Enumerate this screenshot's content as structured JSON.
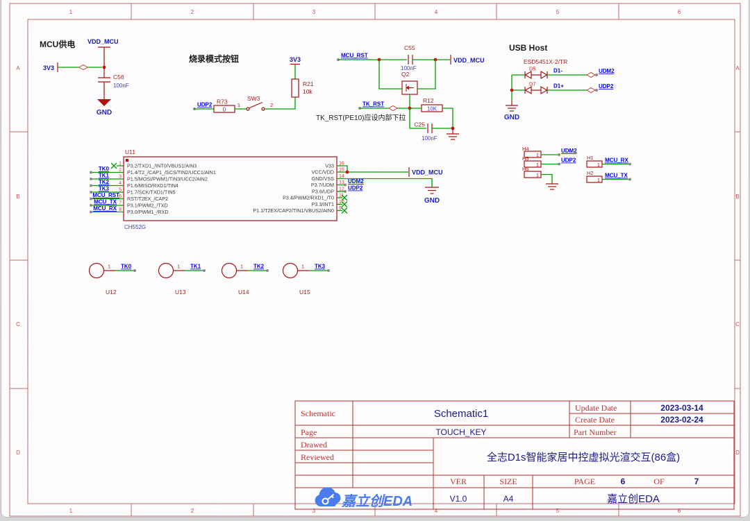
{
  "frame": {
    "cols": [
      "1",
      "2",
      "3",
      "4",
      "5",
      "6"
    ],
    "rows": [
      "A",
      "B",
      "C",
      "D"
    ]
  },
  "power": {
    "section_title": "MCU供电",
    "net_vdd": "VDD_MCU",
    "net_3v3": "3V3",
    "cap_ref": "C56",
    "cap_val": "100nF",
    "net_gnd": "GND"
  },
  "boot": {
    "section_title": "烧录模式按钮",
    "net_3v3": "3V3",
    "pullup_ref": "R21",
    "pullup_val": "10k",
    "net_udp2": "UDP2",
    "series_ref": "R73",
    "series_val": "0",
    "switch_ref": "SW3",
    "pin1": "1",
    "pin2": "2"
  },
  "reset": {
    "net_mcu_rst": "MCU_RST",
    "cap1_ref": "C55",
    "cap1_val": "100nF",
    "net_vdd": "VDD_MCU",
    "mosfet_ref": "Q2",
    "net_tk_rst": "TK_RST",
    "res_ref": "R12",
    "res_val": "10K",
    "cap2_ref": "C25",
    "cap2_val": "100nF",
    "note": "TK_RST(PE10)应设内部下拉"
  },
  "usb": {
    "section_title": "USB Host",
    "esd_part": "ESD5451X-2/TR",
    "diode1_ref": "D5",
    "diode2_ref": "D7",
    "net_d1m": "D1-",
    "net_d1p": "D1+",
    "net_udm2": "UDM2",
    "net_udp2": "UDP2",
    "net_gnd": "GND"
  },
  "mcu": {
    "ref": "U11",
    "part": "CH552G",
    "net_vdd": "VDD_MCU",
    "net_gnd": "GND",
    "left_pins": [
      {
        "num": "1",
        "name": "P3.2/TXD1_/INT0/VBUS1/AIN3",
        "net": ""
      },
      {
        "num": "2",
        "name": "P1.4/T2_/CAP1_/SCS/TIN2/UCC1/AIN1",
        "net": "TK0"
      },
      {
        "num": "3",
        "name": "P1.5/MOSI/PWM1/TIN3/UCC2/AIN2",
        "net": "TK1"
      },
      {
        "num": "4",
        "name": "P1.6/MISO/RXD1/TIN4",
        "net": "TK2"
      },
      {
        "num": "5",
        "name": "P1.7/SCK/TXD1/TIN5",
        "net": "TK3"
      },
      {
        "num": "6",
        "name": "RST/T2EX_/CAP2",
        "net": "MCU_RST"
      },
      {
        "num": "7",
        "name": "P3.1/PWM2_/TXD",
        "net": "MCU_TX"
      },
      {
        "num": "8",
        "name": "P3.0/PWM1_/RXD",
        "net": "MCU_RX"
      }
    ],
    "right_pins": [
      {
        "num": "16",
        "name": "V33",
        "net": ""
      },
      {
        "num": "15",
        "name": "VCC/VDD",
        "net": "VDD_MCU"
      },
      {
        "num": "14",
        "name": "GND/VSS",
        "net": "GND"
      },
      {
        "num": "13",
        "name": "P3.7/UDM",
        "net": "UDM2"
      },
      {
        "num": "12",
        "name": "P3.6/UDP",
        "net": "UDP2"
      },
      {
        "num": "11",
        "name": "P3.4/PWM2/RXD1_/T0",
        "net": ""
      },
      {
        "num": "10",
        "name": "P3.3/INT1",
        "net": ""
      },
      {
        "num": "9",
        "name": "P1.1/T2EX/CAP2/TIN1/VBUS2/AIN0",
        "net": ""
      }
    ]
  },
  "touch_keys": [
    {
      "ref": "U12",
      "pin": "1",
      "net": "TK0"
    },
    {
      "ref": "U13",
      "pin": "1",
      "net": "TK1"
    },
    {
      "ref": "U14",
      "pin": "1",
      "net": "TK2"
    },
    {
      "ref": "U15",
      "pin": "1",
      "net": "TK3"
    }
  ],
  "headers": {
    "h4": {
      "ref": "H4",
      "pin": "1",
      "net": "UDM2"
    },
    "h5": {
      "ref": "H5",
      "pin": "1",
      "net": "UDP2"
    },
    "h6": {
      "ref": "H6",
      "pin": "1"
    },
    "h1": {
      "ref": "H1",
      "pin": "1",
      "net": "MCU_RX"
    },
    "h2": {
      "ref": "H2",
      "pin": "1",
      "net": "MCU_TX"
    }
  },
  "title_block": {
    "schematic_label": "Schematic",
    "schematic_value": "Schematic1",
    "page_label": "Page",
    "page_value": "TOUCH_KEY",
    "update_date_label": "Update Date",
    "update_date_value": "2023-03-14",
    "create_date_label": "Create Date",
    "create_date_value": "2023-02-24",
    "part_number_label": "Part Number",
    "drawed_label": "Drawed",
    "reviewed_label": "Reviewed",
    "project_title": "全志D1s智能家居中控虚拟光渲交互(86盒)",
    "ver_label": "VER",
    "ver_value": "V1.0",
    "size_label": "SIZE",
    "size_value": "A4",
    "page_num_label": "PAGE",
    "page_num_value": "6",
    "of_label": "OF",
    "total_pages": "7",
    "company_name": "嘉立创EDA",
    "logo_text": "嘉立创EDA"
  },
  "colors": {
    "wire_green": "#00A000",
    "component_red": "#A51212",
    "net_label_blue": "#0000EE",
    "power_label_navy": "#1414B8",
    "table_red": "#B03030",
    "table_navy": "#1A1A8C",
    "logo_blue": "#4A7CF0"
  }
}
